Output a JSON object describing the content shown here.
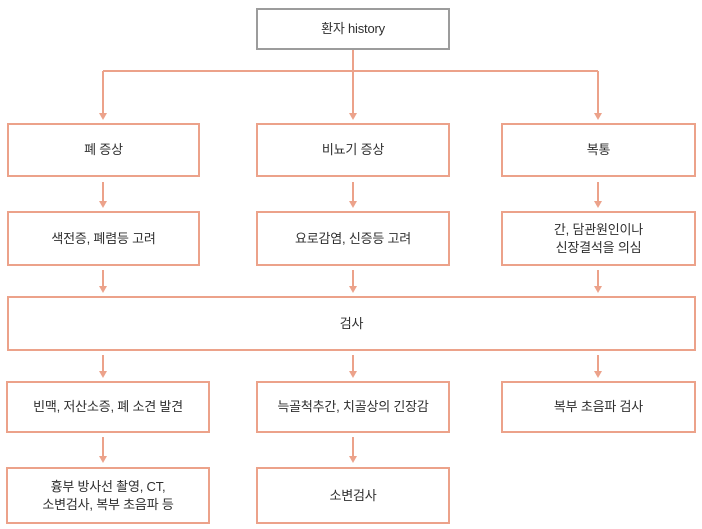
{
  "diagram": {
    "type": "flowchart",
    "language": "ko",
    "description_of_flow": "patient history splits into three symptom branches, each leading to considerations, a shared exam step, findings and final tests"
  },
  "colors": {
    "accent": "#eca28a",
    "top_box_border": "#9c9c9c",
    "text": "#2f2f2f",
    "background": "#ffffff"
  },
  "nodes": {
    "history": {
      "label": "환자 history"
    },
    "lung": {
      "label": "폐 증상"
    },
    "urinary": {
      "label": "비뇨기 증상"
    },
    "abdominal": {
      "label": "복통"
    },
    "lung_consider": {
      "label": "색전증, 폐렴등 고려"
    },
    "urinary_consider": {
      "label": "요로감염, 신증등 고려"
    },
    "abdominal_suspect": {
      "label": "간, 담관원인이나\n신장결석을 의심"
    },
    "exam": {
      "label": "검사"
    },
    "lung_findings": {
      "label": "빈맥, 저산소증, 폐 소견 발견"
    },
    "urinary_findings": {
      "label": "늑골척추간, 치골상의 긴장감"
    },
    "abdominal_exam": {
      "label": "복부 초음파 검사"
    },
    "lung_tests": {
      "label": "흉부 방사선 촬영, CT,\n소변검사, 복부 초음파 등"
    },
    "urine_test": {
      "label": "소변검사"
    }
  },
  "edges": [
    "history -> lung",
    "history -> urinary",
    "history -> abdominal",
    "lung -> lung_consider",
    "urinary -> urinary_consider",
    "abdominal -> abdominal_suspect",
    "lung_consider -> exam",
    "urinary_consider -> exam",
    "abdominal_suspect -> exam",
    "exam -> lung_findings",
    "exam -> urinary_findings",
    "exam -> abdominal_exam",
    "lung_findings -> lung_tests",
    "urinary_findings -> urine_test"
  ]
}
